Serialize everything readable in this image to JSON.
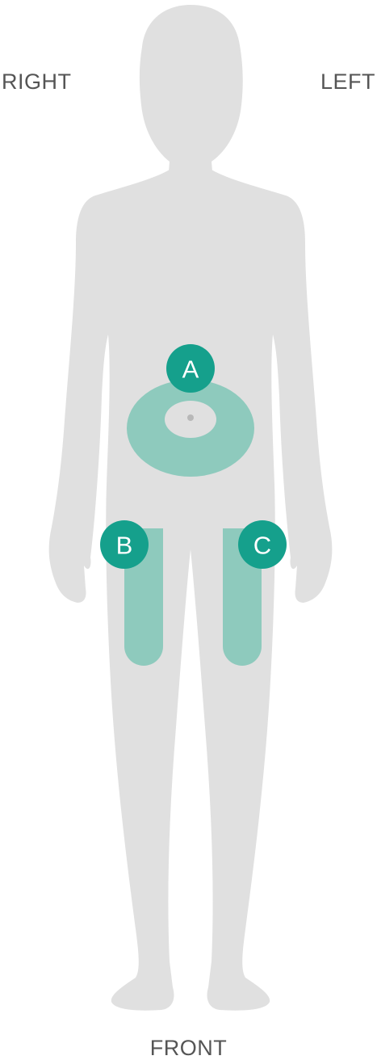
{
  "labels": {
    "right": "RIGHT",
    "left": "LEFT",
    "front": "FRONT"
  },
  "sites": [
    {
      "id": "abdomen",
      "letter": "A"
    },
    {
      "id": "right-thigh",
      "letter": "B"
    },
    {
      "id": "left-thigh",
      "letter": "C"
    }
  ],
  "colors": {
    "body": "#e0e0e0",
    "zone": "#8ecabd",
    "badge": "#15a08c",
    "navel": "#b8b8b8",
    "text": "#555555"
  }
}
